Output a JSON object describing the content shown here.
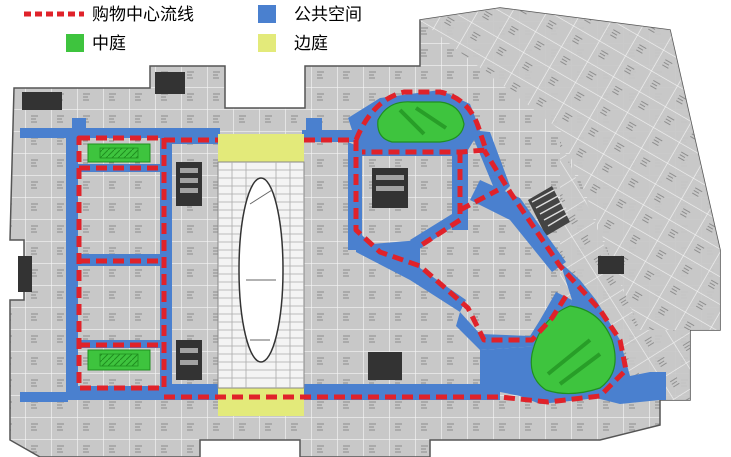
{
  "legend": {
    "items": [
      {
        "key": "circulation",
        "label": "购物中心流线",
        "color": "#e0222a"
      },
      {
        "key": "public",
        "label": "公共空间",
        "color": "#4a80cf"
      },
      {
        "key": "atrium",
        "label": "中庭",
        "color": "#3ec43e"
      },
      {
        "key": "side_court",
        "label": "边庭",
        "color": "#e3ea7a"
      }
    ]
  },
  "colors": {
    "shop_fill": "#c8c8c8",
    "wall": "#ffffff",
    "dark_room": "#333333",
    "void": "#f4f4f4"
  }
}
